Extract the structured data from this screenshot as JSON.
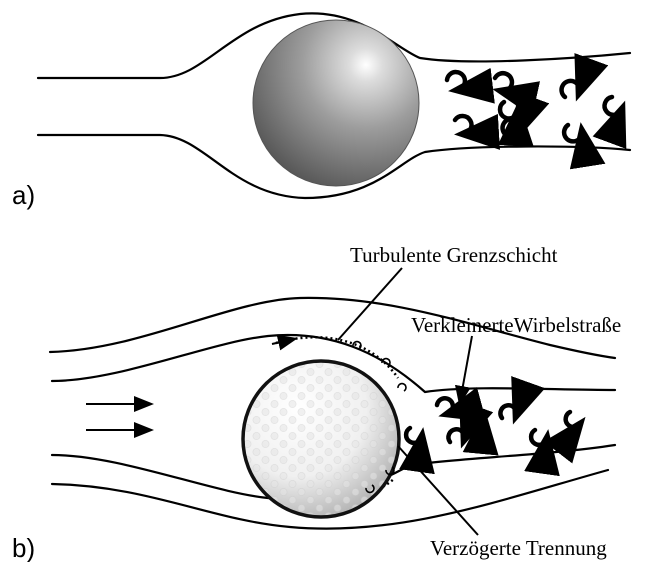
{
  "panels": [
    {
      "id": "a",
      "label": "a)"
    },
    {
      "id": "b",
      "label": "b)"
    }
  ],
  "annotations": {
    "turbulent_boundary_layer": "Turbulente Grenzschicht",
    "reduced_wake": "VerkleinerteWirbelstraße",
    "delayed_separation": "Verzögerte Trennung"
  },
  "objects": {
    "panel_a": "smooth-ball",
    "panel_b": "golf-ball"
  }
}
